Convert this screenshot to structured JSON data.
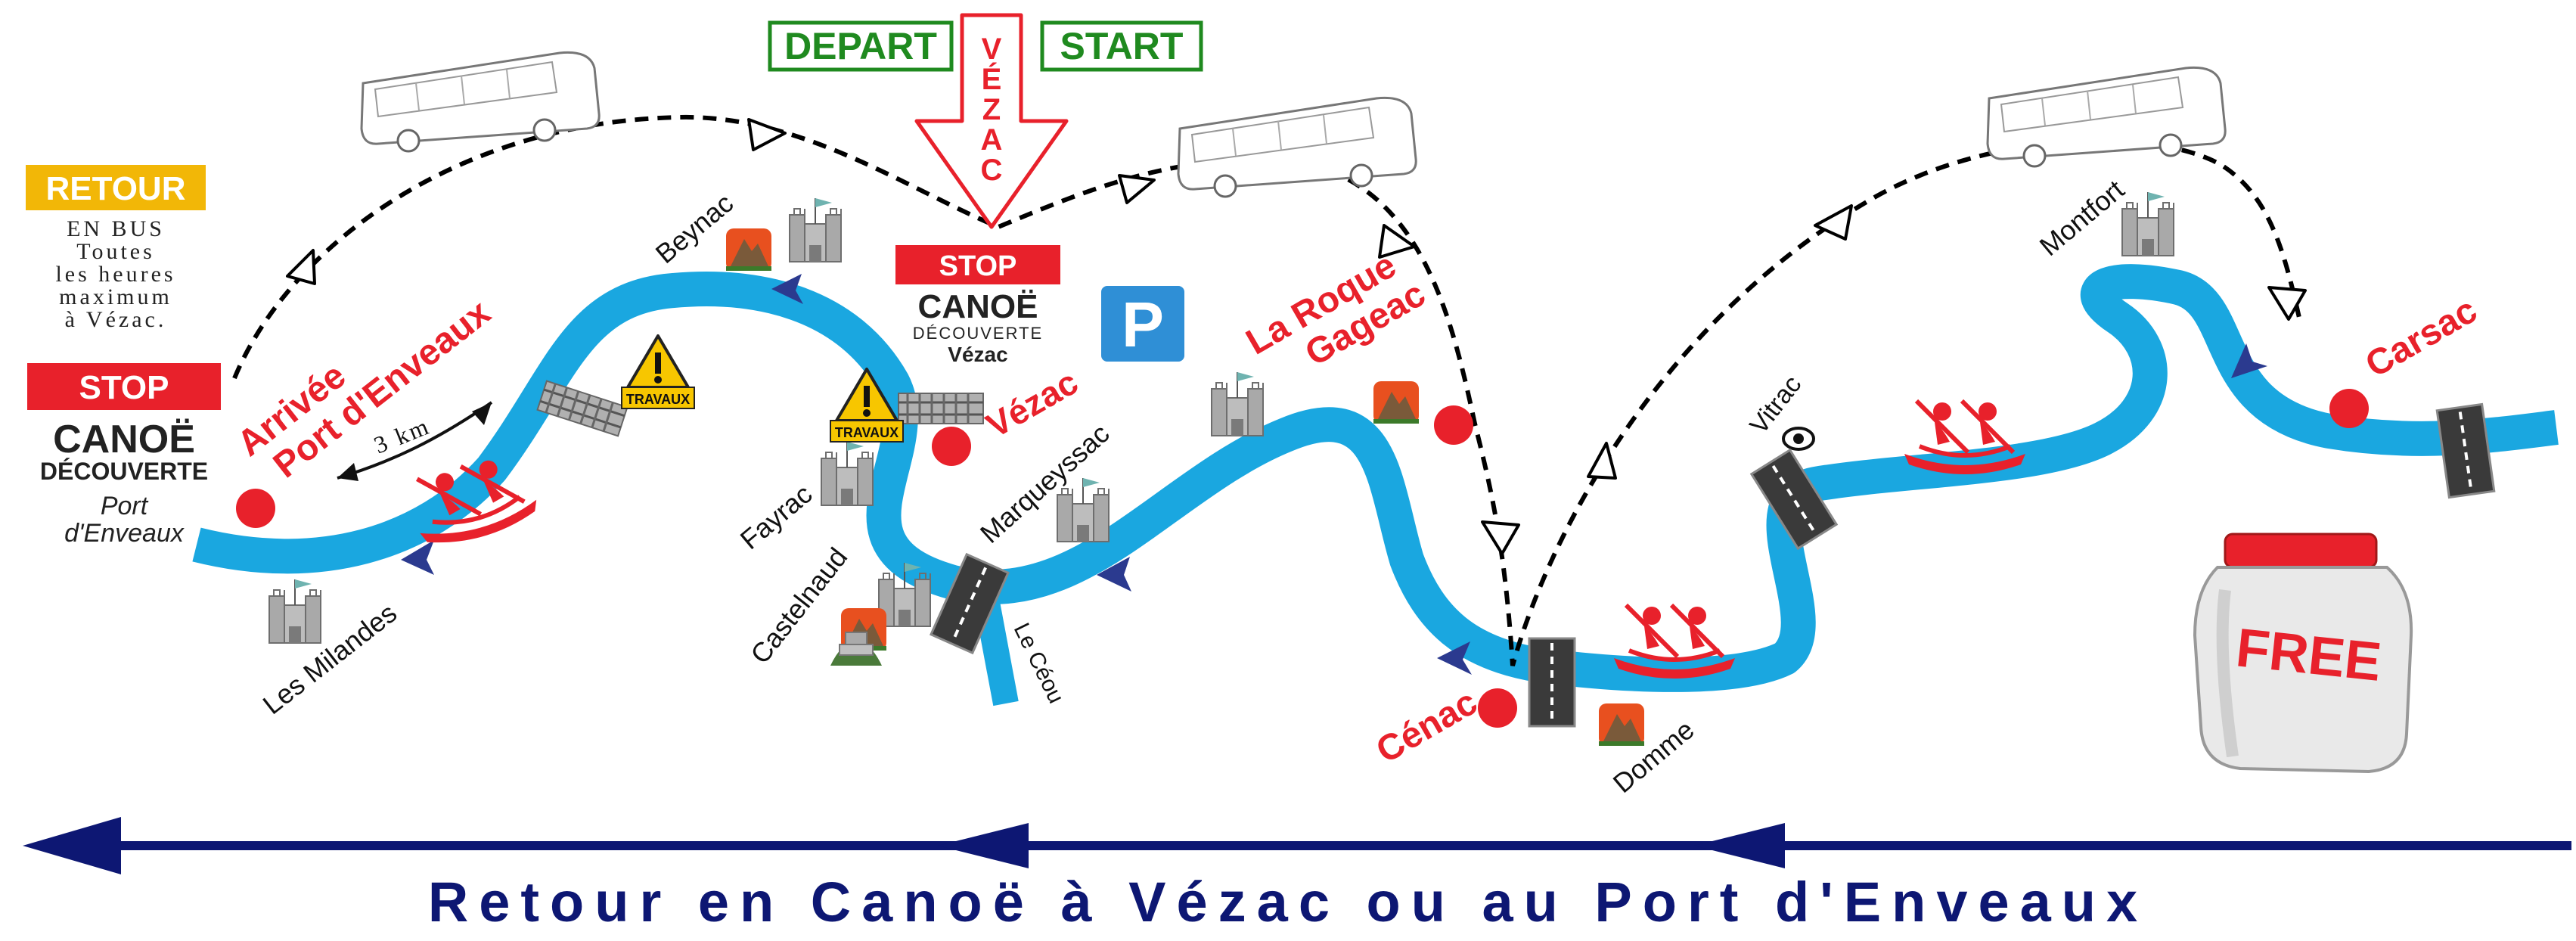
{
  "header": {
    "depart": "DEPART",
    "start": "START",
    "arrow_letters": [
      "V",
      "É",
      "Z",
      "A",
      "C"
    ]
  },
  "retour_panel": {
    "badge": "RETOUR",
    "lines": [
      "EN BUS",
      "Toutes",
      "les heures",
      "maximum",
      "à Vézac."
    ]
  },
  "stops": {
    "left": {
      "badge": "STOP",
      "brand": "CANOË",
      "sub": "DÉCOUVERTE",
      "place_line1": "Port",
      "place_line2": "d'Enveaux"
    },
    "center": {
      "badge": "STOP",
      "brand": "CANOË",
      "sub": "DÉCOUVERTE",
      "place": "Vézac"
    }
  },
  "parking": "P",
  "places": {
    "arrivee_line1": "Arrivée",
    "arrivee_line2": "Port d'Enveaux",
    "vezac": "Vézac",
    "roque_line1": "La Roque",
    "roque_line2": "Gageac",
    "cenac": "Cénac",
    "carsac": "Carsac",
    "beynac": "Beynac",
    "fayrac": "Fayrac",
    "castelnaud": "Castelnaud",
    "marqueyssac": "Marqueyssac",
    "le_ceou": "Le Céou",
    "les_milandes": "Les Milandes",
    "domme": "Domme",
    "vitrac": "Vitrac",
    "montfort": "Montfort"
  },
  "distance": "3 km",
  "works_label": "TRAVAUX",
  "free_label": "FREE",
  "footer": "Retour en Canoë à Vézac ou au Port d'Enveaux",
  "colors": {
    "river": "#1aa7e0",
    "river_arrow": "#2b3a8f",
    "stop_red": "#e8212b",
    "depart_green": "#1f8a1f",
    "retour_yellow": "#f2b707",
    "parking_blue": "#2f8fd6",
    "footer_navy": "#0d1773",
    "works_yellow": "#f7c600"
  },
  "icons": [
    "bus-icon",
    "castle-icon",
    "fortress-icon",
    "canoe-icon",
    "bridge-icon",
    "warning-icon",
    "cave-icon",
    "parking-icon",
    "jar-icon",
    "stop-dot-icon"
  ]
}
